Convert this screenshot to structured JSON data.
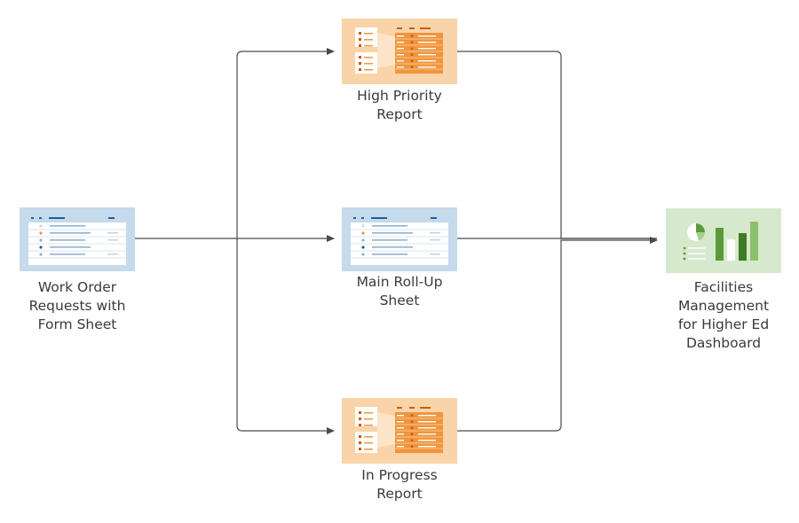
{
  "nodes": {
    "source": {
      "lines": [
        "Work Order",
        "Requests with",
        "Form Sheet"
      ]
    },
    "high_priority": {
      "lines": [
        "High Priority",
        "Report"
      ]
    },
    "main_rollup": {
      "lines": [
        "Main Roll-Up",
        "Sheet"
      ]
    },
    "in_progress": {
      "lines": [
        "In Progress",
        "Report"
      ]
    },
    "dashboard": {
      "lines": [
        "Facilities",
        "Management",
        "for Higher Ed",
        "Dashboard"
      ]
    }
  },
  "edges": [
    {
      "from": "source",
      "to": "high_priority"
    },
    {
      "from": "source",
      "to": "main_rollup"
    },
    {
      "from": "source",
      "to": "in_progress"
    },
    {
      "from": "high_priority",
      "to": "dashboard"
    },
    {
      "from": "main_rollup",
      "to": "dashboard"
    },
    {
      "from": "in_progress",
      "to": "dashboard"
    }
  ],
  "colors": {
    "sheet_bg": "#c5daeb",
    "report_bg": "#f8d4a8",
    "report_accent": "#f0953d",
    "dashboard_bg": "#d7e9cd",
    "dashboard_accent": "#5b9a3a",
    "sheet_accent": "#1f5fa3",
    "line": "#4a4a4a"
  },
  "icons": {
    "source": "sheet-icon",
    "main_rollup": "sheet-icon",
    "high_priority": "report-icon",
    "in_progress": "report-icon",
    "dashboard": "dashboard-icon"
  }
}
